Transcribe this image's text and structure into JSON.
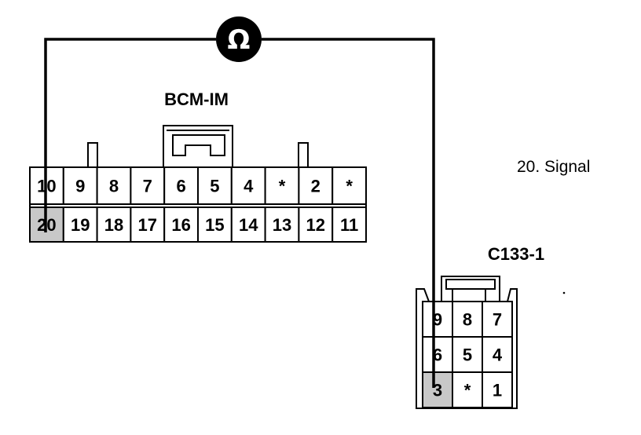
{
  "meter_symbol": "Ω",
  "connector_a": {
    "name": "BCM-IM",
    "row_top": [
      "10",
      "9",
      "8",
      "7",
      "6",
      "5",
      "4",
      "*",
      "2",
      "*"
    ],
    "row_bottom": [
      "20",
      "19",
      "18",
      "17",
      "16",
      "15",
      "14",
      "13",
      "12",
      "11"
    ],
    "highlighted_pin": "20"
  },
  "connector_b": {
    "name": "C133-1",
    "rows": [
      [
        "9",
        "8",
        "7"
      ],
      [
        "6",
        "5",
        "4"
      ],
      [
        "3",
        "*",
        "1"
      ]
    ],
    "highlighted_pin": "3"
  },
  "signal_label": "20. Signal",
  "colors": {
    "line": "#000000",
    "highlight": "#c8c8c8",
    "background": "#ffffff"
  }
}
